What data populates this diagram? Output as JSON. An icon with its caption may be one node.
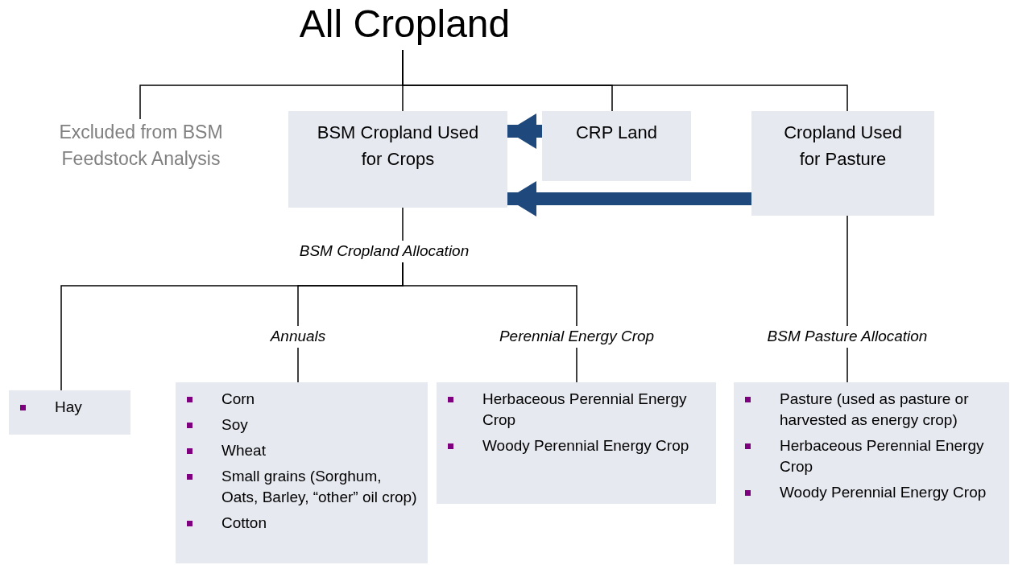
{
  "diagram": {
    "nodes": [
      {
        "text": [
          "All Cropland"
        ]
      },
      {
        "text": [
          "Excluded from BSM Feedstock Analysis"
        ]
      },
      {
        "text": [
          "BSM Cropland Used for Crops"
        ]
      },
      {
        "text": [
          "CRP Land"
        ]
      },
      {
        "text": [
          "Cropland Used for Pasture"
        ]
      },
      {
        "text": [
          "BSM Cropland Allocation"
        ]
      },
      {
        "text": [
          "Hay"
        ]
      },
      {
        "text": [
          "Annuals"
        ]
      },
      {
        "text": [
          "Corn",
          "Soy",
          "Wheat",
          "Small grains (Sorghum, Oats, Barley, “other” oil crop)",
          "Cotton"
        ]
      },
      {
        "text": [
          "Perennial Energy Crop"
        ]
      },
      {
        "text": [
          "Herbaceous Perennial Energy Crop",
          "Woody Perennial Energy Crop"
        ]
      },
      {
        "text": [
          "BSM Pasture Allocation"
        ]
      },
      {
        "text": [
          "Pasture (used as pasture or harvested as energy crop)",
          "Herbaceous Perennial Energy Crop",
          "Woody Perennial Energy Crop"
        ]
      }
    ],
    "edges": [
      {
        "from": 0,
        "to": 1,
        "arrow": "none"
      },
      {
        "from": 0,
        "to": 2,
        "arrow": "none"
      },
      {
        "from": 0,
        "to": 3,
        "arrow": "none"
      },
      {
        "from": 0,
        "to": 4,
        "arrow": "none"
      },
      {
        "from": 3,
        "to": 2,
        "arrow": "to",
        "style": "thick",
        "color": "#1f497d"
      },
      {
        "from": 4,
        "to": 2,
        "arrow": "to",
        "style": "thick",
        "color": "#1f497d"
      },
      {
        "from": 2,
        "to": 5,
        "arrow": "none"
      },
      {
        "from": 5,
        "to": 6,
        "arrow": "none"
      },
      {
        "from": 5,
        "to": 7,
        "arrow": "none"
      },
      {
        "from": 5,
        "to": 9,
        "arrow": "none"
      },
      {
        "from": 7,
        "to": 8,
        "arrow": "none"
      },
      {
        "from": 9,
        "to": 10,
        "arrow": "none"
      },
      {
        "from": 4,
        "to": 11,
        "arrow": "none"
      },
      {
        "from": 11,
        "to": 12,
        "arrow": "none"
      }
    ]
  }
}
